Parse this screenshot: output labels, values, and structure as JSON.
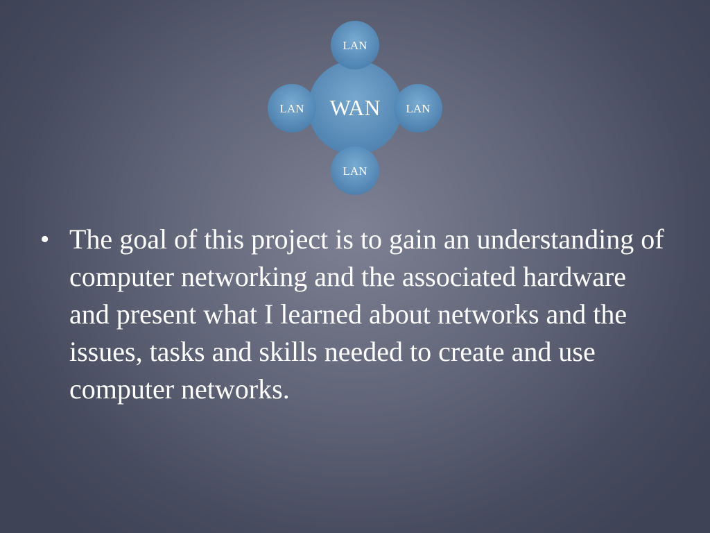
{
  "diagram": {
    "center_label": "WAN",
    "nodes": [
      {
        "id": "top",
        "label": "LAN"
      },
      {
        "id": "left",
        "label": "LAN"
      },
      {
        "id": "right",
        "label": "LAN"
      },
      {
        "id": "bottom",
        "label": "LAN"
      }
    ],
    "colors": {
      "circle_fill_light": "#6fa3cc",
      "circle_fill_dark": "#4a7fae",
      "text": "#ffffff"
    }
  },
  "content": {
    "bullet_char": "•",
    "bullet_text": "The goal of this project is to gain an understanding of computer networking and the associated hardware and present what I learned about networks and the issues, tasks and skills needed to create and use computer networks."
  },
  "theme": {
    "background_center": "#7d8193",
    "background_edge": "#3f4356",
    "text_color": "#ffffff"
  }
}
